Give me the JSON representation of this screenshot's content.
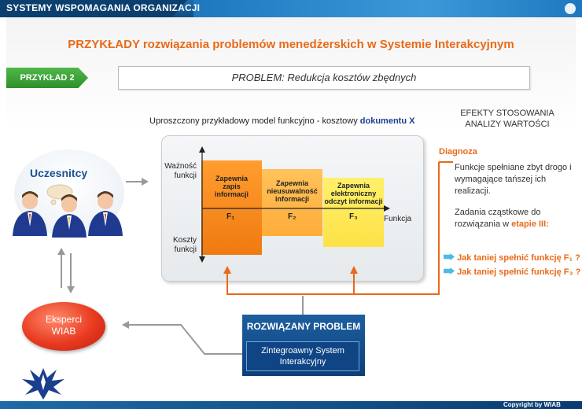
{
  "header": {
    "title": "SYSTEMY WSPOMAGANIA ORGANIZACJI"
  },
  "main": {
    "title": "PRZYKŁADY rozwiązania problemów menedżerskich w Systemie Interakcyjnym",
    "example_tag": "PRZYKŁAD 2",
    "problem": "PROBLEM: Redukcja kosztów zbędnych"
  },
  "model": {
    "caption_prefix": "Uproszczony przykładowy model funkcyjno - kosztowy ",
    "caption_bold": "dokumentu X",
    "y_top_label_1": "Ważność",
    "y_top_label_2": "funkcji",
    "y_bottom_label_1": "Koszty",
    "y_bottom_label_2": "funkcji",
    "x_label": "Funkcja",
    "functions": [
      {
        "name_1": "Zapewnia",
        "name_2": "zapis",
        "name_3": "informacji",
        "id": "F₁"
      },
      {
        "name_1": "Zapewnia",
        "name_2": "nieusuwalność",
        "name_3": "informacji",
        "id": "F₂"
      },
      {
        "name_1": "Zapewnia",
        "name_2": "elektroniczny",
        "name_3": "odczyt informacji",
        "id": "F₃"
      }
    ]
  },
  "effects": {
    "title_1": "EFEKTY STOSOWANIA",
    "title_2": "ANALIZY WARTOŚCI",
    "diagnosis_label": "Diagnoza",
    "text_1": "Funkcje spełniane zbyt drogo i wymagające tańszej ich realizacji.",
    "text_2": "Zadania cząstkowe do rozwiązania w ",
    "text_2_highlight": "etapie III:",
    "question_1": "Jak taniej spełnić funkcję F₁ ?",
    "question_2": "Jak taniej spełnić funkcję F₃ ?"
  },
  "actors": {
    "students": "Uczesnitcy",
    "experts_1": "Eksperci",
    "experts_2": "WIAB"
  },
  "solved": {
    "title": "ROZWIĄZANY PROBLEM",
    "system_1": "Zintegroawny System",
    "system_2": "Interakcyjny"
  },
  "footer": {
    "copyright": "Copyright by WIAB"
  },
  "colors": {
    "accent_orange": "#e86a1a",
    "brand_blue": "#1d6aa8",
    "tag_green": "#3aa535"
  }
}
